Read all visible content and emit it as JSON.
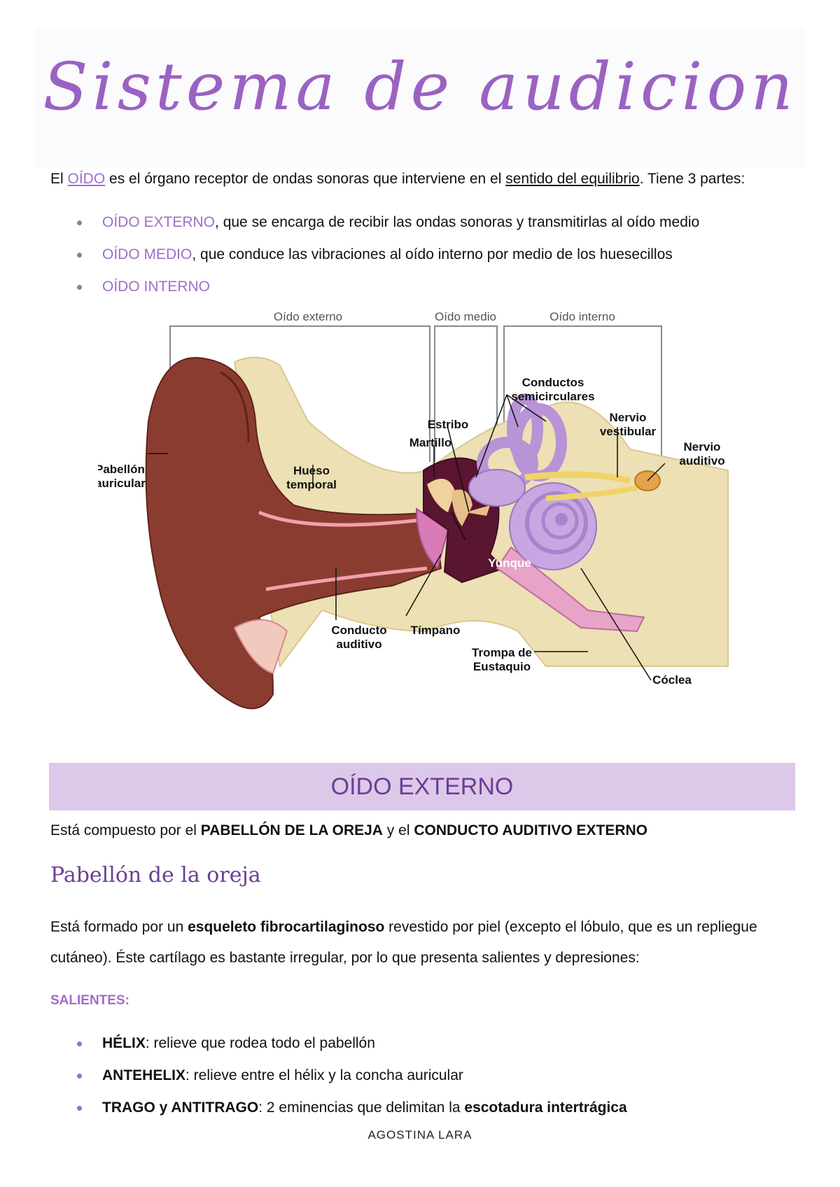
{
  "title": "Sistema de audicion",
  "intro": {
    "p1": "El ",
    "oido": "OÍDO",
    "p2": " es el órgano receptor de ondas sonoras que interviene en el ",
    "sentido": "sentido del equilibrio",
    "p3": ". Tiene 3 partes:"
  },
  "parts": [
    {
      "label": "OÍDO EXTERNO",
      "text": ", que se encarga de recibir las ondas sonoras y transmitirlas al oído medio"
    },
    {
      "label": "OÍDO MEDIO",
      "text": ", que conduce las vibraciones al oído interno por medio de los huesecillos"
    },
    {
      "label": "OÍDO INTERNO",
      "text": ""
    }
  ],
  "diagram": {
    "regions": {
      "externo": "Oído externo",
      "medio": "Oído medio",
      "interno": "Oído interno"
    },
    "labels": {
      "pabellon_1": "Pabellón",
      "pabellon_2": "auricular",
      "hueso_1": "Hueso",
      "hueso_2": "temporal",
      "conductos_1": "Conductos",
      "conductos_2": "semicirculares",
      "estribo": "Estribo",
      "martillo": "Martillo",
      "vestibular_1": "Nervio",
      "vestibular_2": "vestibular",
      "auditivo_1": "Nervio",
      "auditivo_2": "auditivo",
      "yunque": "Yunque",
      "conducto_1": "Conducto",
      "conducto_2": "auditivo",
      "timpano": "Tímpano",
      "trompa_1": "Trompa de",
      "trompa_2": "Eustaquio",
      "coclea": "Cóclea"
    }
  },
  "section_banner": "OÍDO EXTERNO",
  "composition": {
    "p1": "Está compuesto por el ",
    "b1": "PABELLÓN DE LA OREJA",
    "p2": " y el ",
    "b2": "CONDUCTO AUDITIVO EXTERNO"
  },
  "subheading": "Pabellón de la oreja",
  "description": {
    "p1": "Está formado por un ",
    "b1": "esqueleto fibrocartilaginoso",
    "p2": " revestido por piel (excepto el lóbulo, que es un repliegue",
    "line2": "cutáneo). Éste cartílago es bastante irregular, por lo que presenta salientes y depresiones:"
  },
  "salientes_heading": "SALIENTES:",
  "salientes": [
    {
      "term": "HÉLIX",
      "text": ": relieve que rodea todo el pabellón",
      "bold_tail": ""
    },
    {
      "term": "ANTEHELIX",
      "text": ": relieve entre el hélix y la concha auricular",
      "bold_tail": ""
    },
    {
      "term": "TRAGO y ANTITRAGO",
      "text": ": 2 eminencias que delimitan la ",
      "bold_tail": "escotadura intertrágica"
    }
  ],
  "footer": "AGOSTINA LARA"
}
